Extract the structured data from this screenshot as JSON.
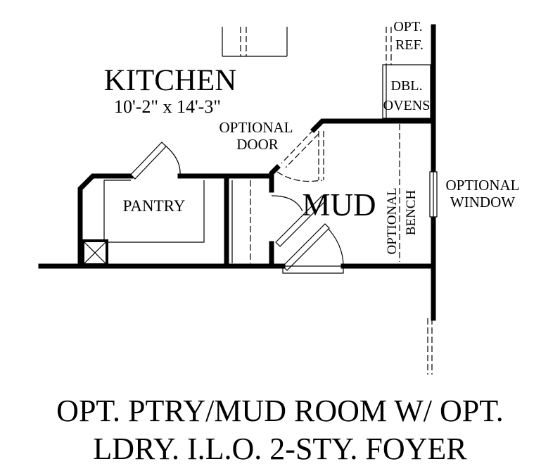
{
  "rooms": {
    "kitchen": {
      "name": "KITCHEN",
      "dimensions": "10'-2\" x 14'-3\""
    },
    "pantry": {
      "name": "PANTRY"
    },
    "mud": {
      "name": "MUD"
    }
  },
  "labels": {
    "optional_door": [
      "OPTIONAL",
      "DOOR"
    ],
    "opt_ref": [
      "OPT.",
      "REF."
    ],
    "dbl_ovens": [
      "DBL.",
      "OVENS"
    ],
    "optional_bench": [
      "OPTIONAL",
      "BENCH"
    ],
    "optional_window": [
      "OPTIONAL",
      "WINDOW"
    ]
  },
  "caption": {
    "line1": "OPT. PTRY/MUD ROOM W/ OPT.",
    "line2": "LDRY. I.L.O. 2-STY. FOYER"
  }
}
